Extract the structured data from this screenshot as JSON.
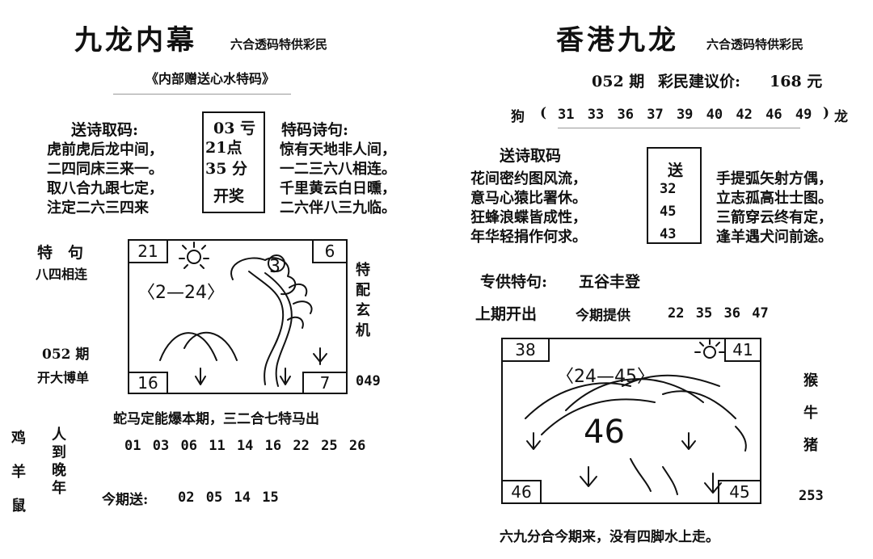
{
  "left": {
    "title": "九龙内幕",
    "tag": "六合透码特供彩民",
    "subtitle": "《内部赠送心水特码》",
    "send_poem_label": "送诗取码:",
    "send_poem_lines": [
      "虎前虎后龙中间，",
      "二四同床三来一。",
      "取八合九跟七定，",
      "注定二六三四来"
    ],
    "draw_box": [
      "03 亏",
      "21点",
      "35 分",
      "开奖"
    ],
    "poem_label": "特码诗句:",
    "poem_lines": [
      "惊有天地非人间，",
      "一二三六八相连。",
      "千里黄云白日曛，",
      "二六伴八三九临。"
    ],
    "special_label": "特　句",
    "special_text": "八四相连",
    "issue": "052 期",
    "issue_sub": "开大博单",
    "vertical_right": [
      "特",
      "配",
      "玄",
      "机"
    ],
    "right_code": "049",
    "drawing": {
      "corners": [
        "21",
        "6",
        "16",
        "7"
      ],
      "range_text": "〈2—24〉",
      "circle_num": "3"
    },
    "verse": "蛇马定能爆本期，三二合七特马出",
    "numbers": [
      "01",
      "03",
      "06",
      "11",
      "14",
      "16",
      "22",
      "25",
      "26"
    ],
    "zodiac_col": [
      "鸡",
      "羊",
      "鼠"
    ],
    "saying_col": [
      "人",
      "到",
      "晚",
      "年"
    ],
    "today_label": "今期送:",
    "today_numbers": [
      "02",
      "05",
      "14",
      "15"
    ]
  },
  "right": {
    "title": "香港九龙",
    "tag": "六合透码特供彩民",
    "issue": "052 期",
    "price_label": "彩民建议价:",
    "price": "168 元",
    "dog_label": "狗",
    "dog_numbers": [
      "31",
      "33",
      "36",
      "37",
      "39",
      "40",
      "42",
      "46",
      "49"
    ],
    "dragon_label": "龙",
    "send_poem_label": "送诗取码",
    "poem_left": [
      "花间密约图风流，",
      "意马心猿比署休。",
      "狂蜂浪蝶皆成性，",
      "年华轻捐作何求。"
    ],
    "send_box": [
      "送",
      "32",
      "45",
      "43"
    ],
    "poem_right": [
      "手提弧矢射方偶，",
      "立志孤高壮士图。",
      "三箭穿云终有定，",
      "逢羊遇犬问前途。"
    ],
    "special_label": "专供特句:",
    "special_text": "五谷丰登",
    "last_label": "上期开出",
    "offer_label": "今期提供",
    "offer_numbers": [
      "22",
      "35",
      "36",
      "47"
    ],
    "drawing": {
      "corners": [
        "38",
        "41",
        "46",
        "45"
      ],
      "range_text": "〈24—45〉",
      "big_num": "46"
    },
    "side_zodiac": [
      "猴",
      "牛",
      "猪"
    ],
    "side_code": "253",
    "bottom_line": "六九分合今期来，没有四脚水上走。"
  }
}
